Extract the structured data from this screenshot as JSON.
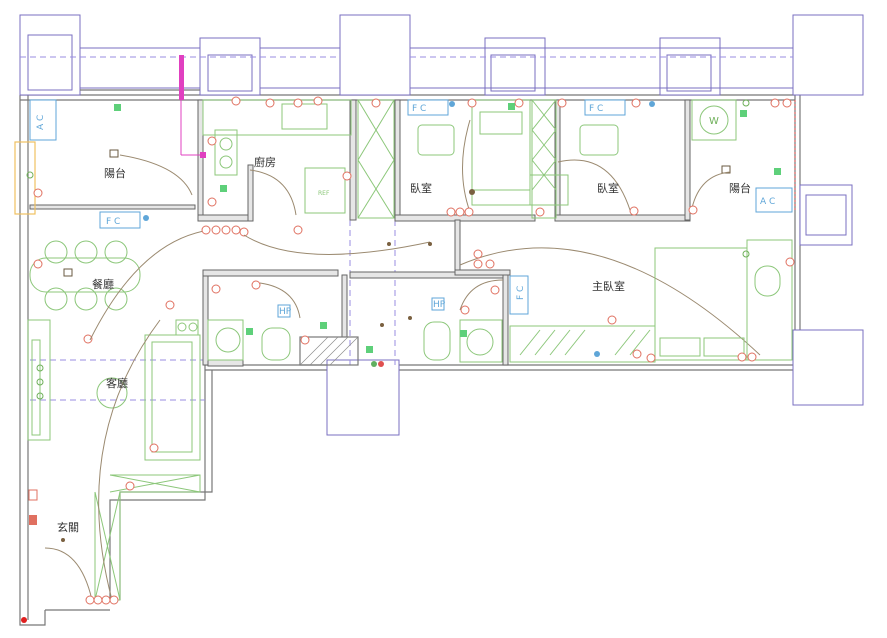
{
  "rooms": {
    "balcony_left": "陽台",
    "kitchen": "廚房",
    "bedroom_1": "臥室",
    "bedroom_2": "臥室",
    "balcony_right": "陽台",
    "dining": "餐廳",
    "master_bedroom": "主臥室",
    "living": "客廳",
    "entrance": "玄關"
  },
  "fixture_labels": {
    "fridge": "REF",
    "washer": "W",
    "ac_unit": "F C",
    "ac_unit_alt": "A C",
    "heater": "HP",
    "symbol_mark": "①"
  },
  "colors": {
    "wall": "#777777",
    "column": "#7a6fc0",
    "furniture": "#8cc77a",
    "electrical": "#e07060",
    "ac": "#5fa6d8",
    "marker": "#5ed07a",
    "pipe": "#e040c0"
  }
}
